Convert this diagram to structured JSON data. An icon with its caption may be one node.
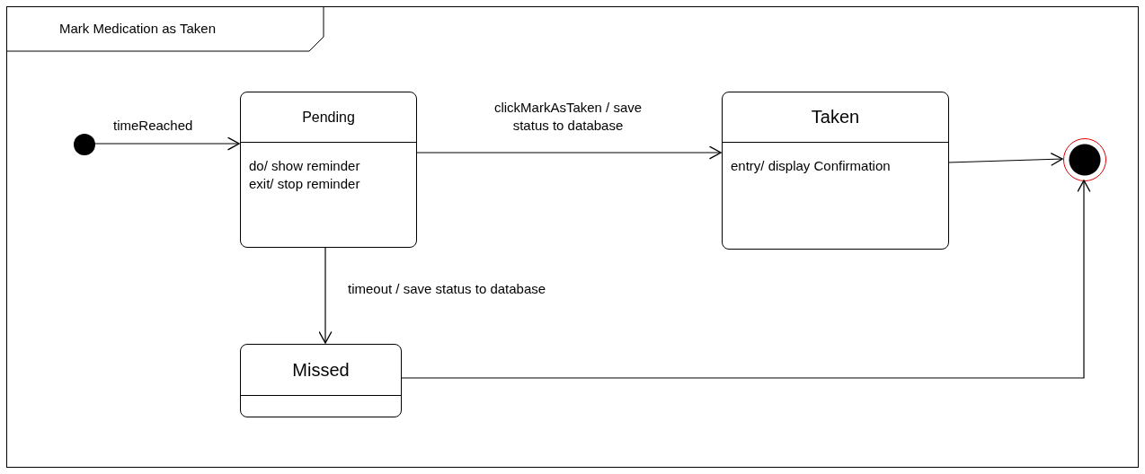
{
  "diagram": {
    "nodes": [
      {
        "text": [
          "Mark Medication as Taken"
        ]
      },
      {
        "text": [],
        "shape": "circle",
        "in": 0
      },
      {
        "text": [
          "Pending",
          "do/ show reminder",
          "exit/ stop reminder"
        ],
        "in": 0
      },
      {
        "text": [
          "Taken",
          "entry/ display Confirmation"
        ],
        "in": 0
      },
      {
        "text": [],
        "shape": "circle",
        "in": 0
      },
      {
        "text": [
          "Missed"
        ],
        "in": 0
      }
    ],
    "edges": [
      {
        "from": 1,
        "to": 2,
        "arrow": "to",
        "label": "timeReached"
      },
      {
        "from": 2,
        "to": 3,
        "arrow": "to",
        "label": "clickMarkAsTaken / save status to database"
      },
      {
        "from": 3,
        "to": 4,
        "arrow": "to"
      },
      {
        "from": 2,
        "to": 5,
        "arrow": "to",
        "label": "timeout / save status to database"
      },
      {
        "from": 5,
        "to": 4,
        "arrow": "to"
      }
    ]
  }
}
